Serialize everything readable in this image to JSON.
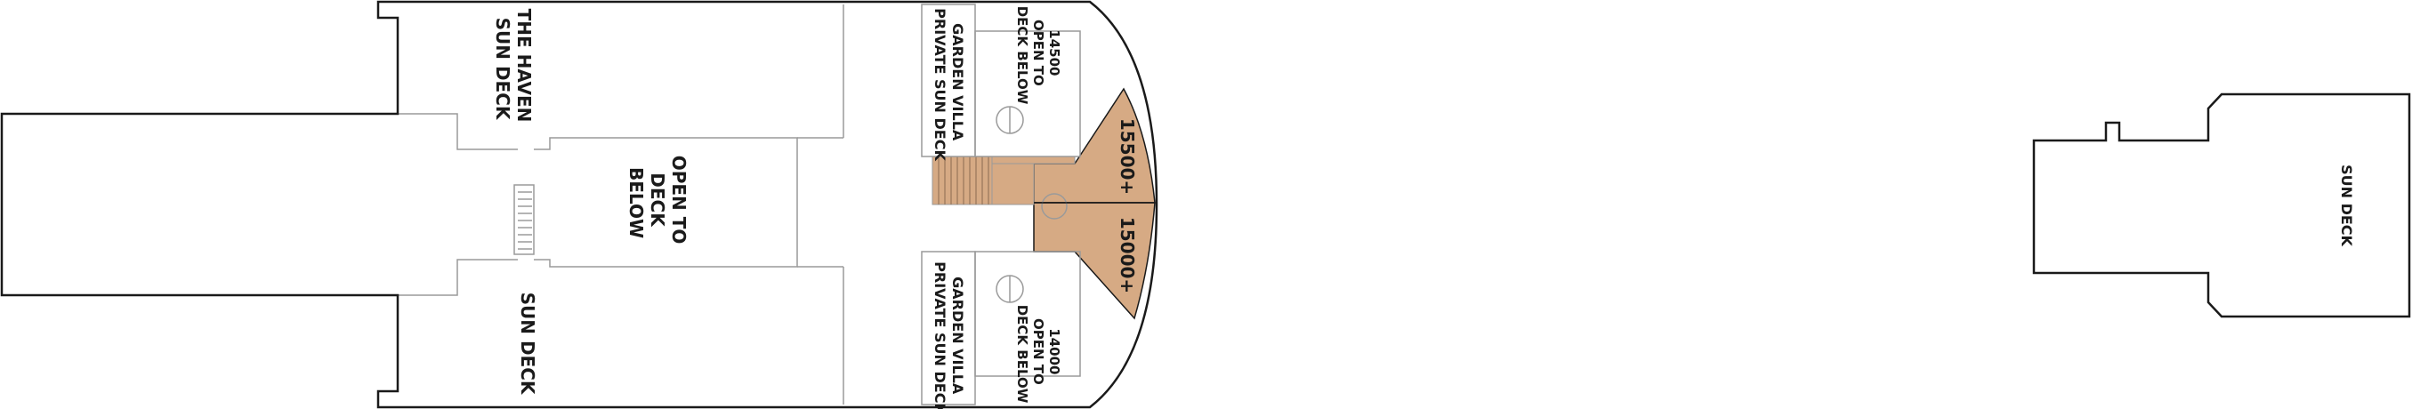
{
  "labels": {
    "haven_sun_deck": [
      "THE HAVEN",
      "SUN DECK"
    ],
    "open_to_deck_below_center": [
      "OPEN TO",
      "DECK",
      "BELOW"
    ],
    "sun_deck_lower": "SUN DECK",
    "cabin_14500": [
      "14500",
      "OPEN TO",
      "DECK BELOW"
    ],
    "cabin_14000": [
      "14000",
      "OPEN TO",
      "DECK BELOW"
    ],
    "garden_villa_upper": [
      "GARDEN VILLA",
      "PRIVATE SUN DECK"
    ],
    "garden_villa_lower": [
      "GARDEN VILLA",
      "PRIVATE SUN DECK"
    ],
    "suite_15500": "15500+",
    "suite_15000": "15000+",
    "aft_sun_deck": "SUN DECK"
  },
  "colors": {
    "outline": "#1a1a1a",
    "interior_line": "#9a9a9a",
    "suite_fill": "#d6aa84",
    "stair_fill": "#d6aa84"
  }
}
